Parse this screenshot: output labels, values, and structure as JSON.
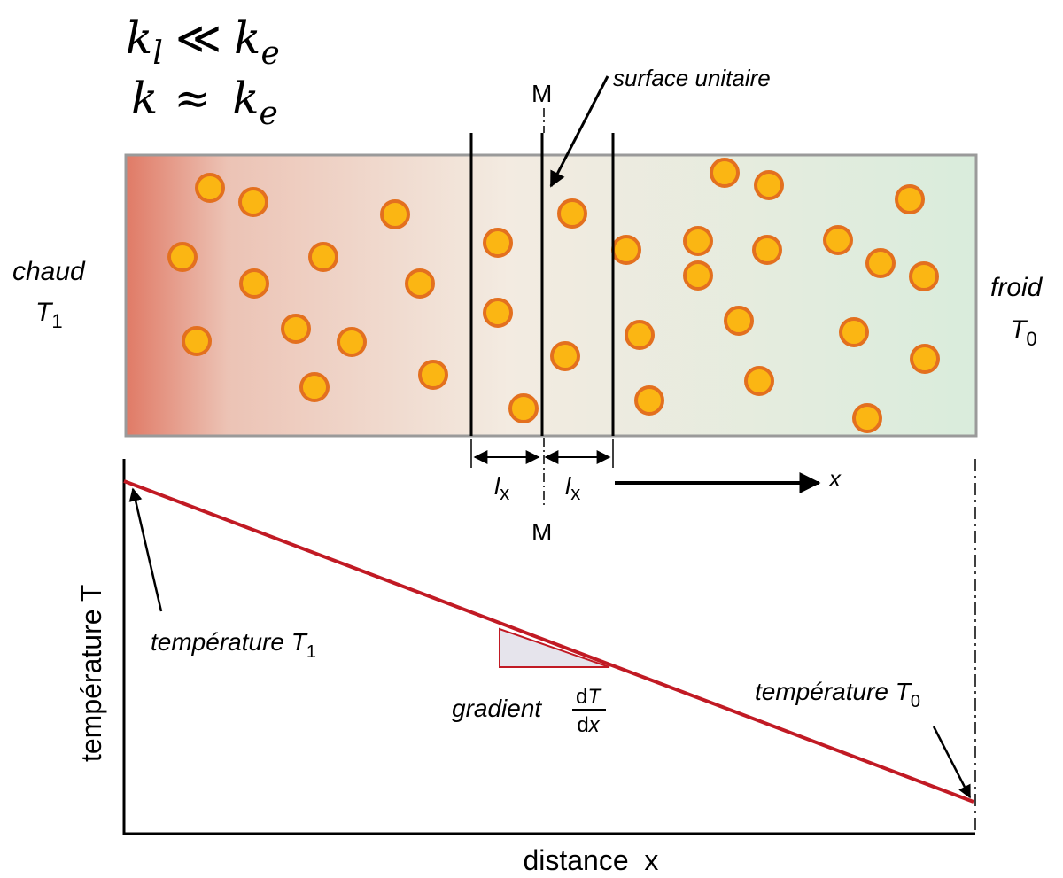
{
  "formula": {
    "line1": {
      "k": "k",
      "sub_l": "l",
      "rel": "≪",
      "k2": "k",
      "sub_e": "e"
    },
    "line2": {
      "k": "k",
      "rel": "≈",
      "k2": "k",
      "sub_e": "e"
    }
  },
  "labels": {
    "plane_top": "M",
    "plane_bottom": "M",
    "surface": "surface unitaire",
    "hot_word": "chaud",
    "hot_T": "T",
    "hot_sub": "1",
    "cold_word": "froid",
    "cold_T": "T",
    "cold_sub": "0",
    "lx_main": "l",
    "lx_sub": "x",
    "x_axis_arrow": "x",
    "y_axis": "température T",
    "x_axis": "distance  x",
    "temp1_word": "température ",
    "temp1_T": "T",
    "temp1_sub": "1",
    "temp0_word": "température ",
    "temp0_T": "T",
    "temp0_sub": "0",
    "gradient_word": "gradient ",
    "grad_num": "dT",
    "grad_den": "dx"
  },
  "colors": {
    "hot": "#e07a66",
    "mid": "#f3ebe1",
    "cold": "#d9ecdc",
    "particle_fill": "#fbb613",
    "particle_stroke": "#e3701f",
    "line": "#c11a24",
    "triangle_fill": "#e6e4ec",
    "box_border": "#9a9a9a"
  }
}
